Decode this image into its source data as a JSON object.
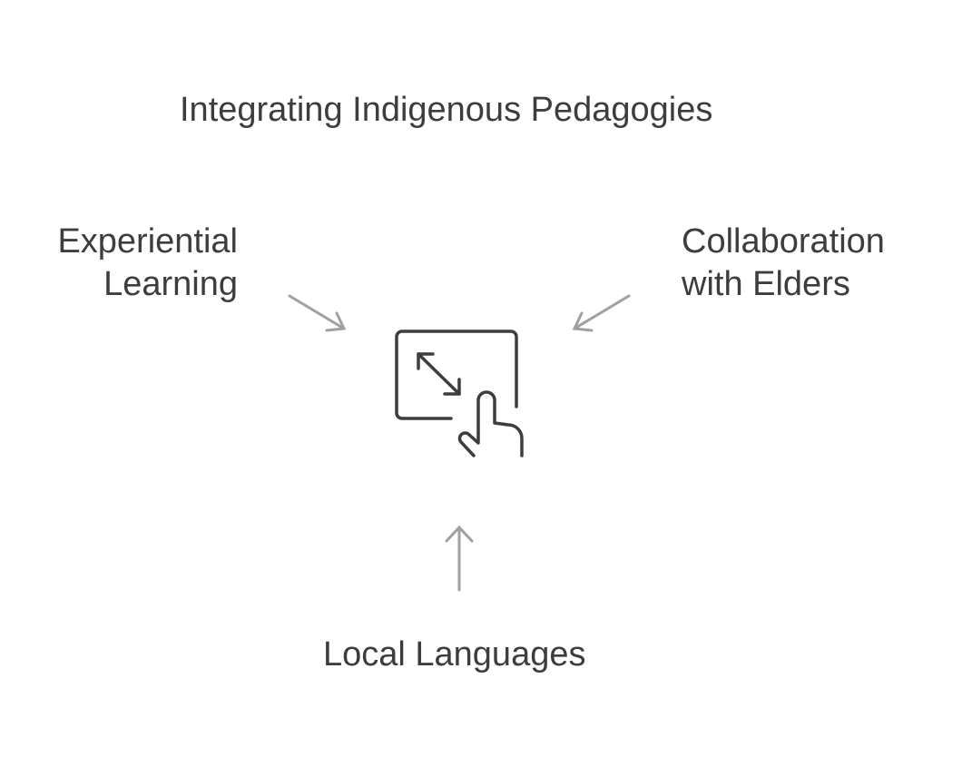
{
  "title": "Integrating Indigenous Pedagogies",
  "left_label": [
    "Experiential",
    "Learning"
  ],
  "right_label": [
    "Collaboration",
    "with Elders"
  ],
  "bottom_label": "Local Languages",
  "center_icon": "resize-touch-icon",
  "colors": {
    "text": "#3d3d3d",
    "arrow": "#a0a0a0",
    "icon": "#3d3d3d"
  }
}
